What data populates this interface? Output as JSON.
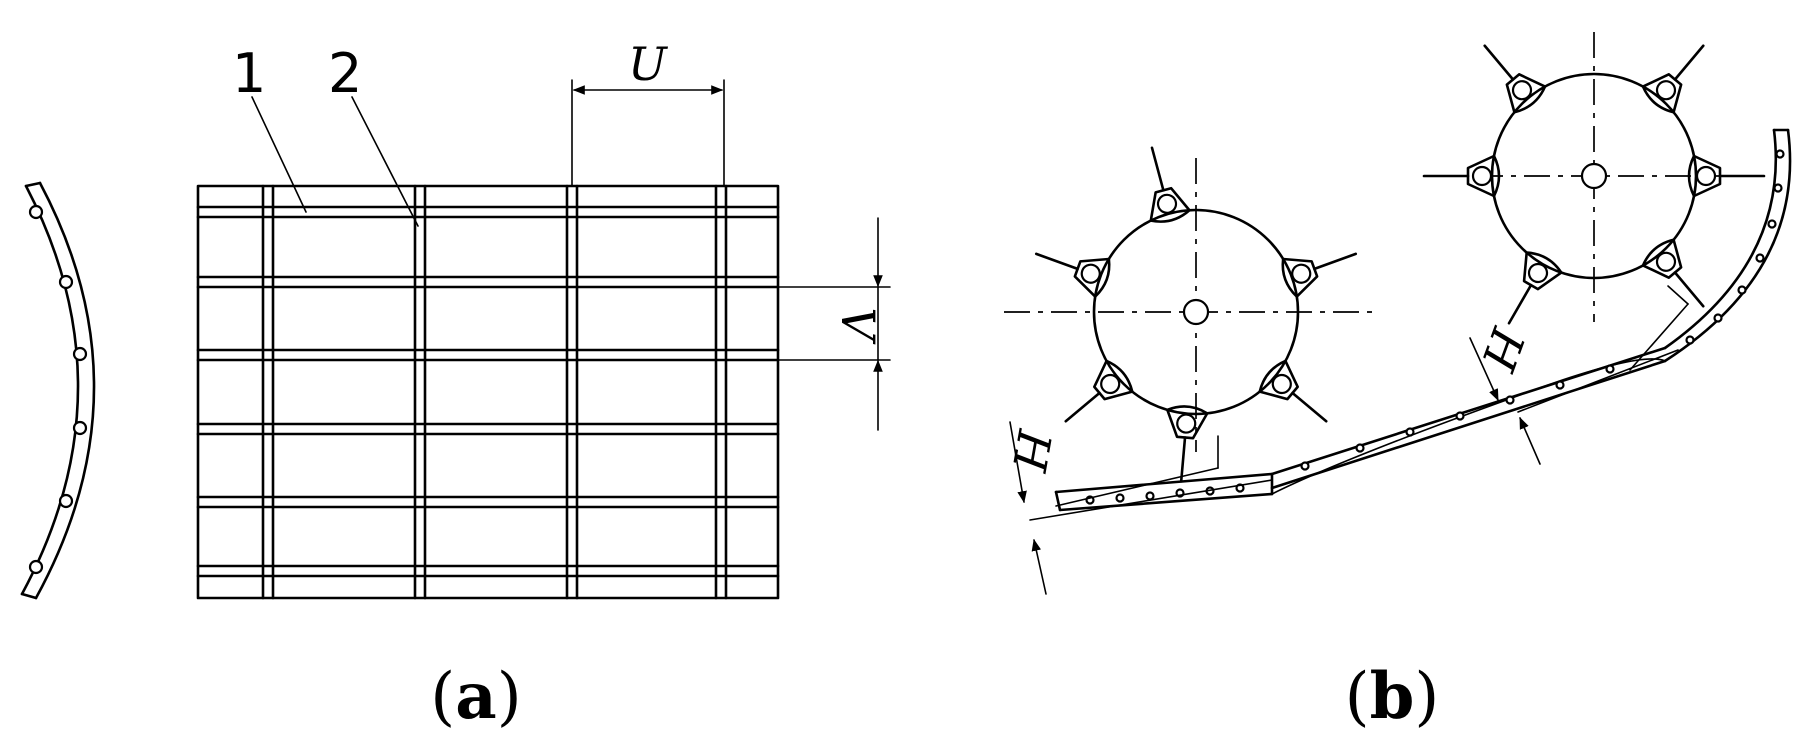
{
  "labels": {
    "part_1": "1",
    "part_2": "2",
    "dim_u": "U",
    "dim_v": "V",
    "dim_h_left": "H",
    "dim_h_right": "H"
  },
  "captions": {
    "a_open": "(",
    "a_letter": "a",
    "a_close": ")",
    "b_open": "(",
    "b_letter": "b",
    "b_close": ")"
  }
}
